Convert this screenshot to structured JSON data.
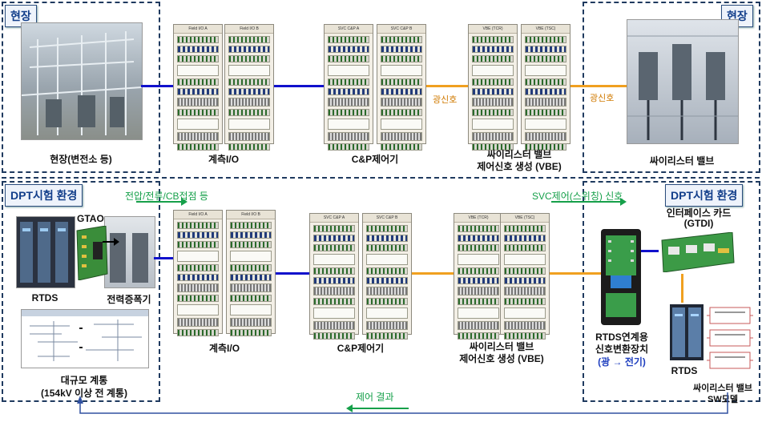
{
  "top": {
    "site_tag_left": "현장",
    "site_tag_right": "현장",
    "site_label": "현장(변전소 등)",
    "measure_io_label": "계측I/O",
    "cp_controller_label": "C&P제어기",
    "vbe_label_line1": "싸이리스터 밸브",
    "vbe_label_line2": "제어신호 생성 (VBE)",
    "valve_label": "싸이리스터 밸브",
    "fiber_left": "광신호",
    "fiber_right": "광신호",
    "cab_titles": [
      "Field I/O A",
      "Field I/O B",
      "SVC C&P A",
      "SVC C&P B",
      "VBE (TCR)",
      "VBE (TSC)"
    ]
  },
  "bottom": {
    "dpt_tag_left": "DPT시험 환경",
    "dpt_tag_right": "DPT시험 환경",
    "gtao_label": "GTAO",
    "rtds_label": "RTDS",
    "amplifier_label": "전력증폭기",
    "grid_label_line1": "대규모 계통",
    "grid_label_line2": "(154kV 이상 전 계통)",
    "signal_in_label": "전압/전류/CB접점 등",
    "svc_signal_label": "SVC제어(스위칭) 신호",
    "measure_io_label": "계측I/O",
    "cp_controller_label": "C&P제어기",
    "vbe_label_line1": "싸이리스터 밸브",
    "vbe_label_line2": "제어신호 생성 (VBE)",
    "interface_label_line1": "인터페이스 카드",
    "interface_label_line2": "(GTDI)",
    "converter_label_line1": "RTDS연계용",
    "converter_label_line2": "신호변환장치",
    "converter_label_line3": "(광 → 전기)",
    "rtds_right_label": "RTDS",
    "valve_sw_label_line1": "싸이리스터 밸브",
    "valve_sw_label_line2": "SW모델",
    "result_label": "제어 결과",
    "cab_titles": [
      "Field I/O A",
      "Field I/O B",
      "SVC C&P A",
      "SVC C&P B",
      "VBE (TCR)",
      "VBE (TSC)"
    ]
  },
  "colors": {
    "link_blue": "#1111cc",
    "fiber_orange": "#f0a020",
    "arrow_green": "#16a04a",
    "frame_dark": "#1f3a5f",
    "result_line": "#3050a0"
  }
}
